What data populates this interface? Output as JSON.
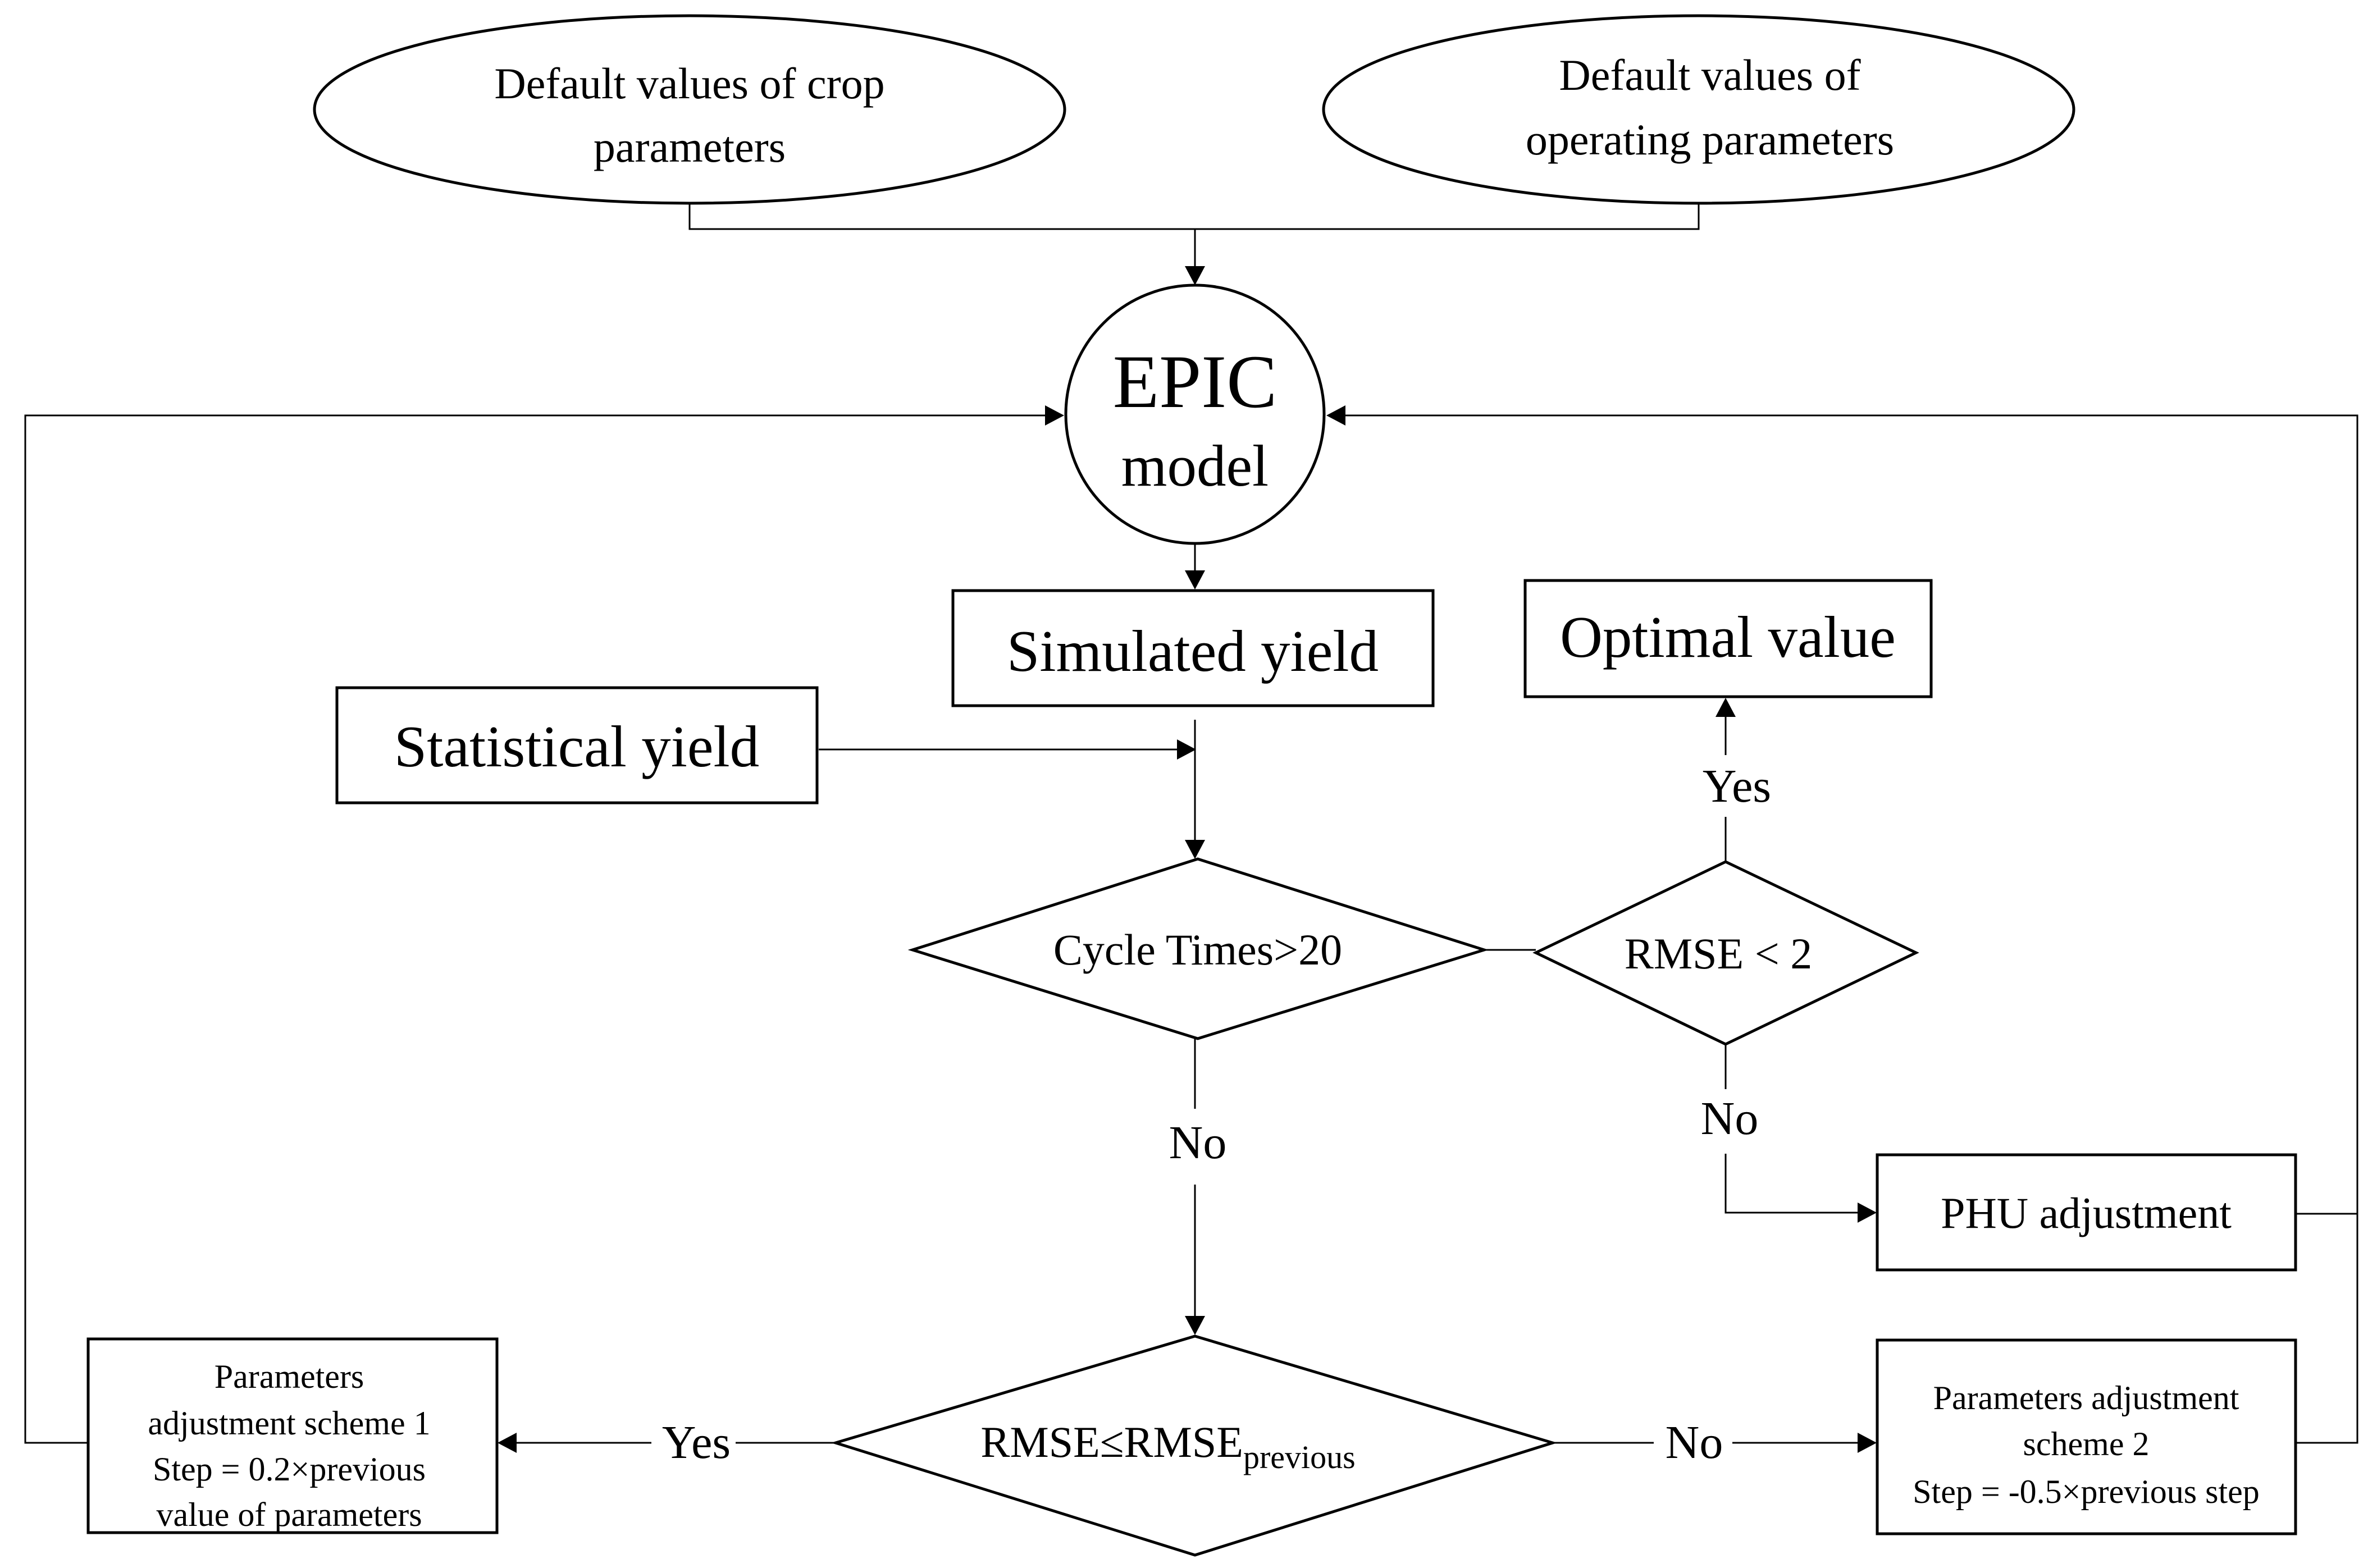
{
  "inputs": {
    "crop_line1": "Default values of crop",
    "crop_line2": "parameters",
    "operating_line1": "Default values of",
    "operating_line2": "operating parameters"
  },
  "model": {
    "line1": "EPIC",
    "line2": "model"
  },
  "boxes": {
    "simulated_yield": "Simulated yield",
    "statistical_yield": "Statistical yield",
    "optimal_value": "Optimal value",
    "phu_adjustment": "PHU adjustment",
    "scheme1": [
      "Parameters",
      "adjustment scheme 1",
      "Step = 0.2×previous",
      "value of parameters"
    ],
    "scheme2": [
      "Parameters adjustment",
      "scheme 2",
      "Step = -0.5×previous step"
    ]
  },
  "decisions": {
    "cycle_times": "Cycle Times>20",
    "rmse_lt2": "RMSE < 2",
    "rmse_compare_main": "RMSE≤RMSE",
    "rmse_compare_sub": "previous"
  },
  "labels": {
    "yes": "Yes",
    "no": "No"
  }
}
